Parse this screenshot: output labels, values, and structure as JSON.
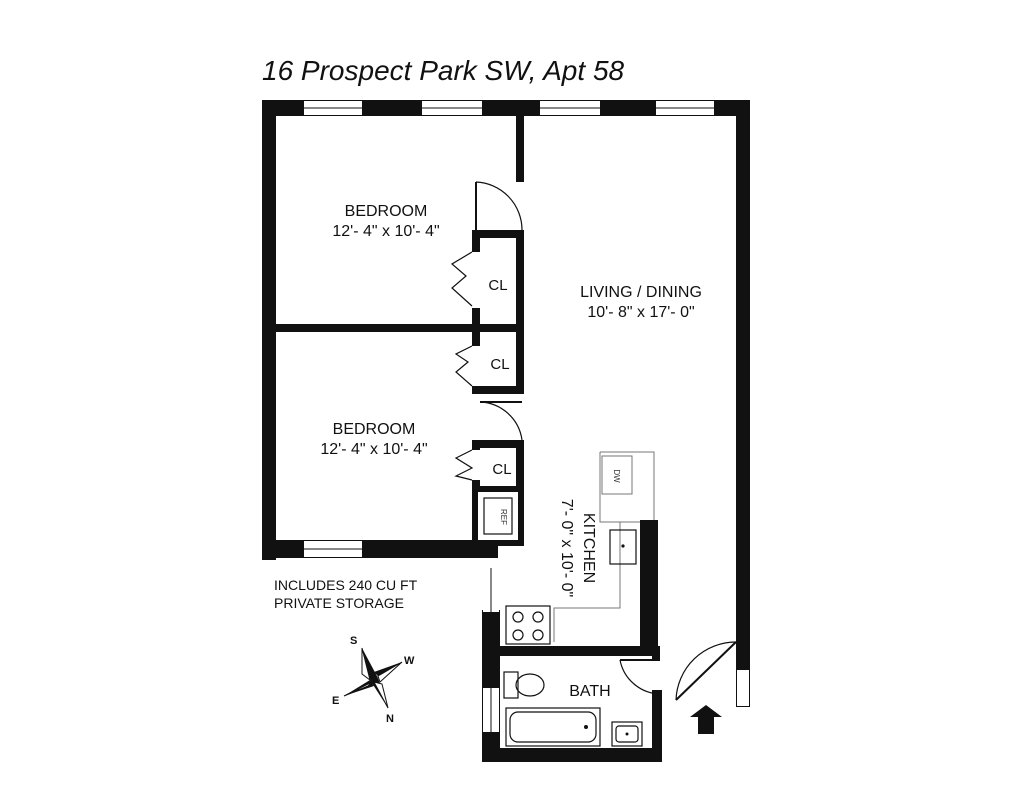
{
  "title": "16 Prospect Park SW, Apt 58",
  "rooms": {
    "bedroom1": {
      "name": "BEDROOM",
      "dims": "12'- 4\" x 10'- 4\""
    },
    "bedroom2": {
      "name": "BEDROOM",
      "dims": "12'- 4\" x 10'- 4\""
    },
    "living": {
      "name": "LIVING / DINING",
      "dims": "10'- 8\" x 17'- 0\""
    },
    "kitchen": {
      "name": "KITCHEN",
      "dims": "7'- 0\" x 10'- 0\""
    },
    "bath": {
      "name": "BATH"
    },
    "closet1": "CL",
    "closet2": "CL",
    "closet3": "CL"
  },
  "appliances": {
    "dishwasher": "DW",
    "refrigerator": "REF"
  },
  "note": {
    "line1": "INCLUDES 240 CU FT",
    "line2": "PRIVATE STORAGE"
  },
  "compass": {
    "s": "S",
    "w": "W",
    "e": "E",
    "n": "N"
  }
}
